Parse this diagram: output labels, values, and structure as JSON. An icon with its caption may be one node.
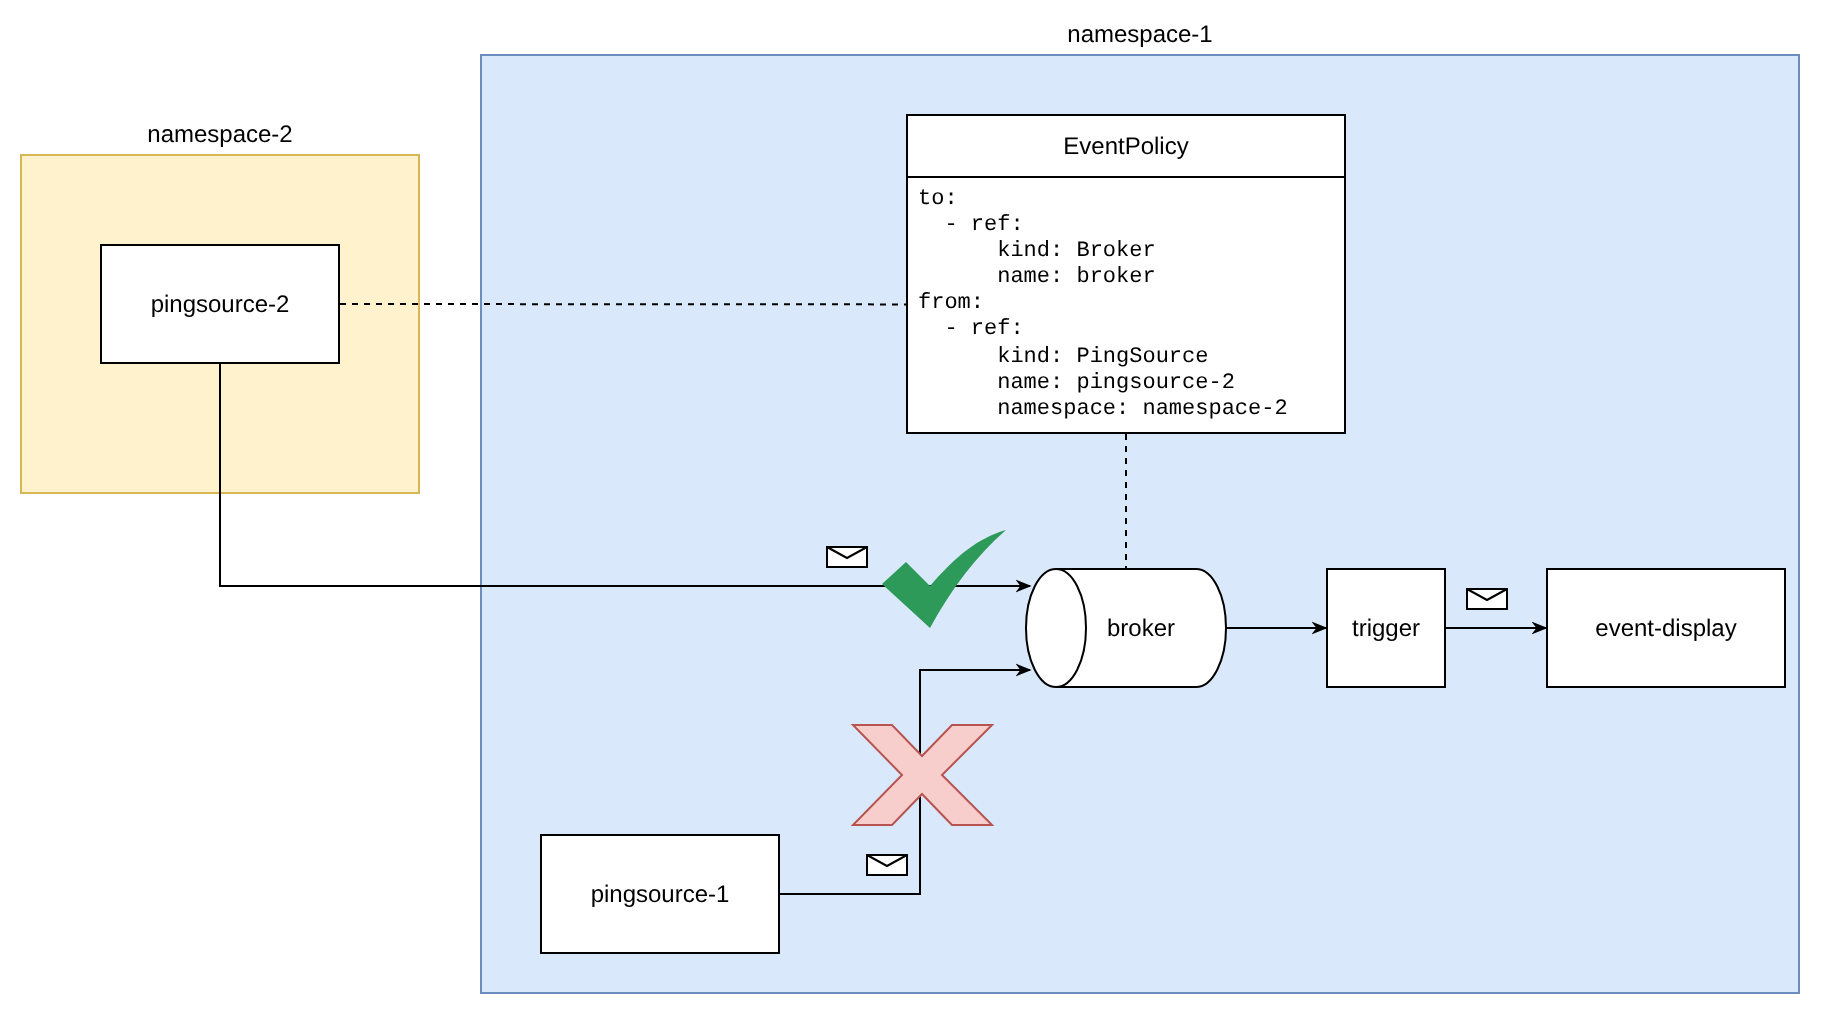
{
  "diagram": {
    "nodes": [
      {
        "text": [
          "namespace-1"
        ]
      },
      {
        "text": [
          "namespace-2"
        ]
      },
      {
        "text": [
          "pingsource-2"
        ],
        "in": 1
      },
      {
        "text": [
          "EventPolicy",
          "to:",
          "  - ref:",
          "      kind: Broker",
          "      name: broker",
          "from:",
          "  - ref:",
          "      kind: PingSource",
          "      name: pingsource-2",
          "      namespace: namespace-2"
        ],
        "in": 0
      },
      {
        "text": [
          "broker"
        ],
        "in": 0
      },
      {
        "text": [
          "trigger"
        ],
        "in": 0
      },
      {
        "text": [
          "event-display"
        ],
        "in": 0
      },
      {
        "text": [
          "pingsource-1"
        ],
        "in": 0
      }
    ],
    "edges": [
      {
        "from": 2,
        "to": 4,
        "arrow": "to"
      },
      {
        "from": 2,
        "to": 3,
        "arrow": "none",
        "style": "dashed"
      },
      {
        "from": 3,
        "to": 4,
        "arrow": "none",
        "style": "dashed"
      },
      {
        "from": 7,
        "to": 4,
        "arrow": "to"
      },
      {
        "from": 4,
        "to": 5,
        "arrow": "to"
      },
      {
        "from": 5,
        "to": 6,
        "arrow": "to"
      }
    ]
  }
}
